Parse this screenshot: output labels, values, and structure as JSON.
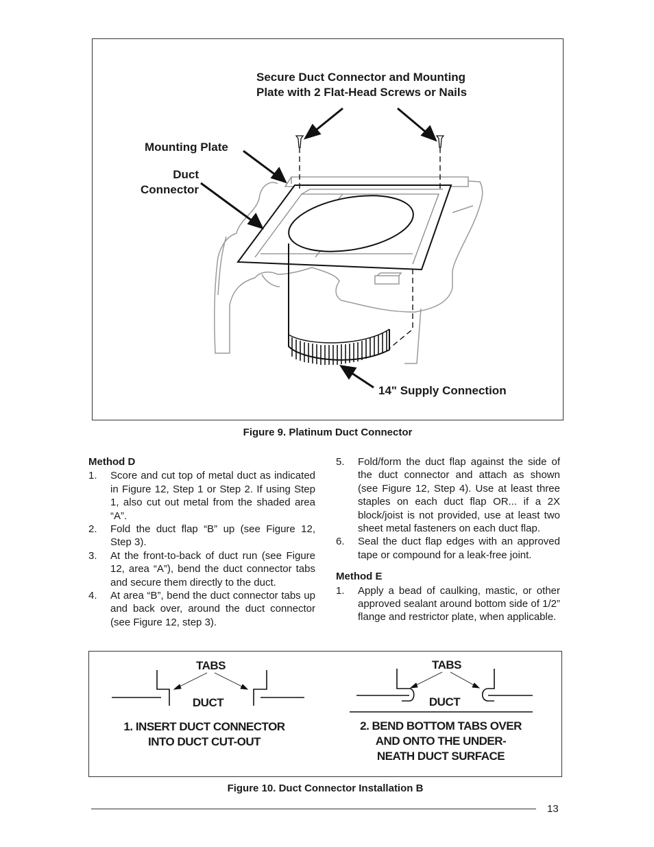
{
  "figure9": {
    "callout_secure": [
      "Secure Duct Connector and Mounting",
      "Plate with 2 Flat-Head Screws or Nails"
    ],
    "callout_mounting_plate": "Mounting Plate",
    "callout_duct_connector": [
      "Duct",
      "Connector"
    ],
    "callout_supply": "14\" Supply Connection",
    "caption": "Figure 9.  Platinum Duct Connector"
  },
  "method_d": {
    "heading": "Method D",
    "items": [
      {
        "num": "1.",
        "text": "Score and cut top of metal duct as indicated in Figure 12, Step 1 or Step 2.  If using Step 1, also cut out metal from the shaded area “A”."
      },
      {
        "num": "2.",
        "text": "Fold the duct flap “B” up (see Figure 12, Step 3)."
      },
      {
        "num": "3.",
        "text": "At the front-to-back of duct run (see Figure 12, area “A”), bend the duct connector tabs and secure them directly to the duct."
      },
      {
        "num": "4.",
        "text": "At area “B”, bend the duct connector tabs up and back over, around the duct connector (see Figure 12, step 3)."
      },
      {
        "num": "5.",
        "text": "Fold/form the duct flap against the side of the duct connector and attach as shown (see Figure 12, Step 4). Use at least three staples on each duct flap OR... if a 2X block/joist is not provided, use at least two sheet metal fasteners on each duct flap."
      },
      {
        "num": "6.",
        "text": "Seal the duct flap edges with an approved tape or compound for a leak-free joint."
      }
    ]
  },
  "method_e": {
    "heading": "Method E",
    "items": [
      {
        "num": "1.",
        "text": "Apply a bead of caulking, mastic, or other approved sealant around bottom side of 1/2” flange and restrictor plate, when applicable."
      }
    ]
  },
  "figure10": {
    "left": {
      "tabs": "TABS",
      "duct": "DUCT",
      "step": [
        "1. INSERT DUCT CONNECTOR",
        "INTO DUCT CUT-OUT"
      ]
    },
    "right": {
      "tabs": "TABS",
      "duct": "DUCT",
      "step": [
        "2. BEND BOTTOM TABS OVER",
        "AND ONTO THE UNDER-",
        "NEATH DUCT SURFACE"
      ]
    },
    "caption": "Figure 10.  Duct Connector Installation B"
  },
  "page_number": "13"
}
